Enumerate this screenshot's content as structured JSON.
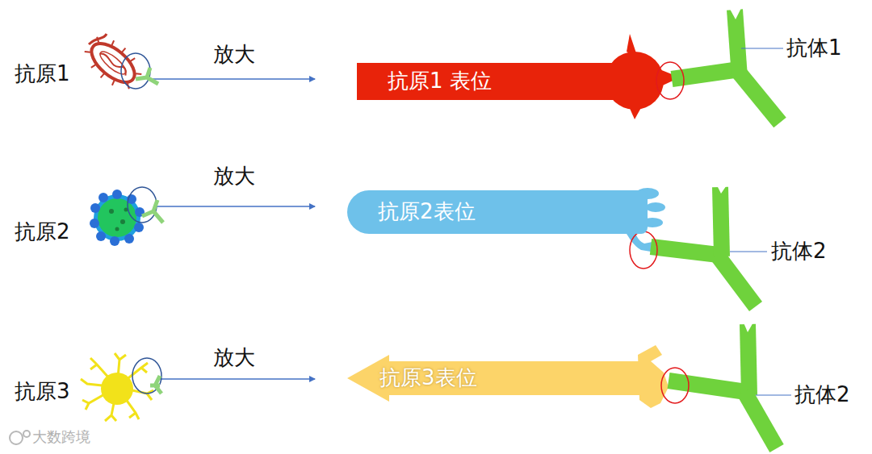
{
  "diagram": {
    "nodes": [
      {
        "text": [
          "抗原1 表位"
        ]
      },
      {
        "text": [
          "抗原2表位"
        ]
      },
      {
        "text": [
          "抗原3表位"
        ]
      }
    ],
    "labels": [
      "抗原1",
      "放大",
      "抗体1",
      "抗原2",
      "放大",
      "抗体2",
      "抗原3",
      "放大",
      "抗体2",
      "大数跨境"
    ]
  }
}
